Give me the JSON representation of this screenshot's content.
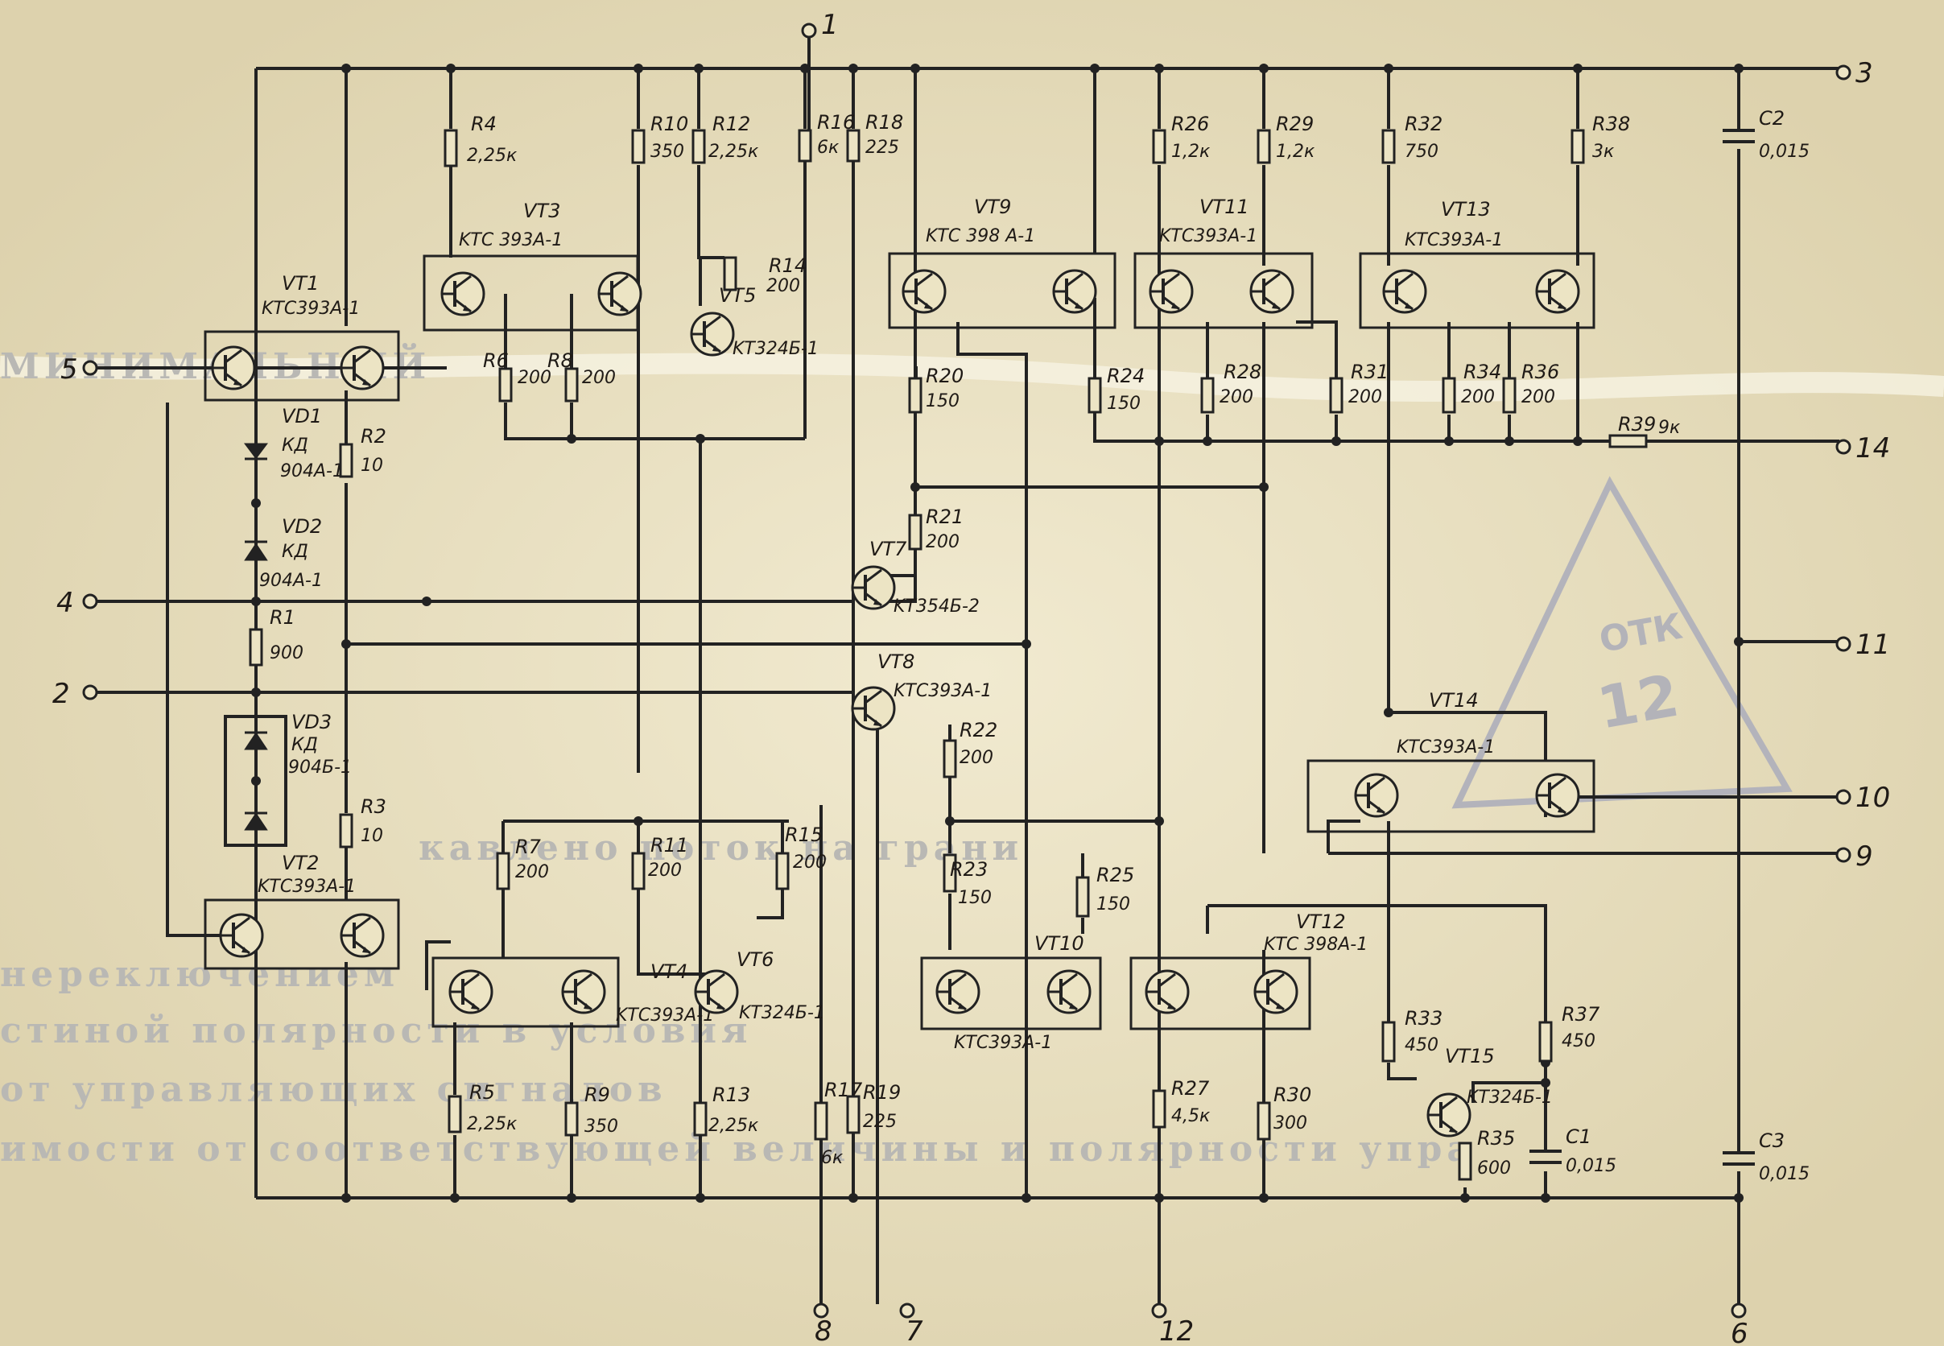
{
  "terminals": {
    "t1": "1",
    "t2": "2",
    "t3": "3",
    "t4": "4",
    "t5": "5",
    "t6": "6",
    "t7": "7",
    "t8": "8",
    "t9": "9",
    "t10": "10",
    "t11": "11",
    "t12": "12",
    "t14": "14"
  },
  "transistors": {
    "VT1": {
      "name": "VT1",
      "type": "KTC393A-1"
    },
    "VT2": {
      "name": "VT2",
      "type": "KTC393A-1"
    },
    "VT3": {
      "name": "VT3",
      "type": "KTC 393A-1"
    },
    "VT4": {
      "name": "VT4",
      "type": "KTC393A-1"
    },
    "VT5": {
      "name": "VT5",
      "type": "KT324Б-1"
    },
    "VT6": {
      "name": "VT6",
      "type": "KT324Б-1"
    },
    "VT7": {
      "name": "VT7",
      "type": "KT354Б-2"
    },
    "VT8": {
      "name": "VT8",
      "type": "KTC393A-1"
    },
    "VT9": {
      "name": "VT9",
      "type": "KTC 398 A-1"
    },
    "VT10": {
      "name": "VT10",
      "type": "KTC393A-1"
    },
    "VT11": {
      "name": "VT11",
      "type": "KTC393A-1"
    },
    "VT12": {
      "name": "VT12",
      "type": "KTC 398A-1"
    },
    "VT13": {
      "name": "VT13",
      "type": "KTC393A-1"
    },
    "VT14": {
      "name": "VT14",
      "type": "KTC393A-1"
    },
    "VT15": {
      "name": "VT15",
      "type": "KT324Б-1"
    }
  },
  "diodes": {
    "VD1": {
      "name": "VD1",
      "type": "КД",
      "model": "904А-1"
    },
    "VD2": {
      "name": "VD2",
      "type": "КД",
      "model": "904А-1"
    },
    "VD3": {
      "name": "VD3",
      "type": "КД",
      "model": "904Б-1"
    }
  },
  "resistors": {
    "R1": {
      "name": "R1",
      "value": "900"
    },
    "R2": {
      "name": "R2",
      "value": "10"
    },
    "R3": {
      "name": "R3",
      "value": "10"
    },
    "R4": {
      "name": "R4",
      "value": "2,25к"
    },
    "R5": {
      "name": "R5",
      "value": "2,25к"
    },
    "R6": {
      "name": "R6",
      "value": "200"
    },
    "R7": {
      "name": "R7",
      "value": "200"
    },
    "R8": {
      "name": "R8",
      "value": "200"
    },
    "R9": {
      "name": "R9",
      "value": "350"
    },
    "R10": {
      "name": "R10",
      "value": "350"
    },
    "R11": {
      "name": "R11",
      "value": "200"
    },
    "R12": {
      "name": "R12",
      "value": "2,25к"
    },
    "R13": {
      "name": "R13",
      "value": "2,25к"
    },
    "R14": {
      "name": "R14",
      "value": "200"
    },
    "R15": {
      "name": "R15",
      "value": "200"
    },
    "R16": {
      "name": "R16",
      "value": "6к"
    },
    "R17": {
      "name": "R17",
      "value": "6к"
    },
    "R18": {
      "name": "R18",
      "value": "225"
    },
    "R19": {
      "name": "R19",
      "value": "225"
    },
    "R20": {
      "name": "R20",
      "value": "150"
    },
    "R21": {
      "name": "R21",
      "value": "200"
    },
    "R22": {
      "name": "R22",
      "value": "200"
    },
    "R23": {
      "name": "R23",
      "value": "150"
    },
    "R24": {
      "name": "R24",
      "value": "150"
    },
    "R25": {
      "name": "R25",
      "value": "150"
    },
    "R26": {
      "name": "R26",
      "value": "1,2к"
    },
    "R27": {
      "name": "R27",
      "value": "4,5к"
    },
    "R28": {
      "name": "R28",
      "value": "200"
    },
    "R29": {
      "name": "R29",
      "value": "1,2к"
    },
    "R30": {
      "name": "R30",
      "value": "300"
    },
    "R31": {
      "name": "R31",
      "value": "200"
    },
    "R32": {
      "name": "R32",
      "value": "750"
    },
    "R33": {
      "name": "R33",
      "value": "450"
    },
    "R34": {
      "name": "R34",
      "value": "200"
    },
    "R35": {
      "name": "R35",
      "value": "600"
    },
    "R36": {
      "name": "R36",
      "value": "200"
    },
    "R37": {
      "name": "R37",
      "value": "450"
    },
    "R38": {
      "name": "R38",
      "value": "3к"
    },
    "R39": {
      "name": "R39",
      "value": "9к"
    }
  },
  "capacitors": {
    "C1": {
      "name": "C1",
      "value": "0,015"
    },
    "C2": {
      "name": "C2",
      "value": "0,015"
    },
    "C3": {
      "name": "C3",
      "value": "0,015"
    }
  },
  "background_text": {
    "line1": "кавлено поток на грани",
    "line2": "нереключением",
    "line3": "стиной полярности в условия",
    "line4": "от управляющих сигналов",
    "line5": "имости от соответствующей величины и полярности упра"
  },
  "stamp": {
    "line1": "ОТК",
    "line2": "12"
  }
}
